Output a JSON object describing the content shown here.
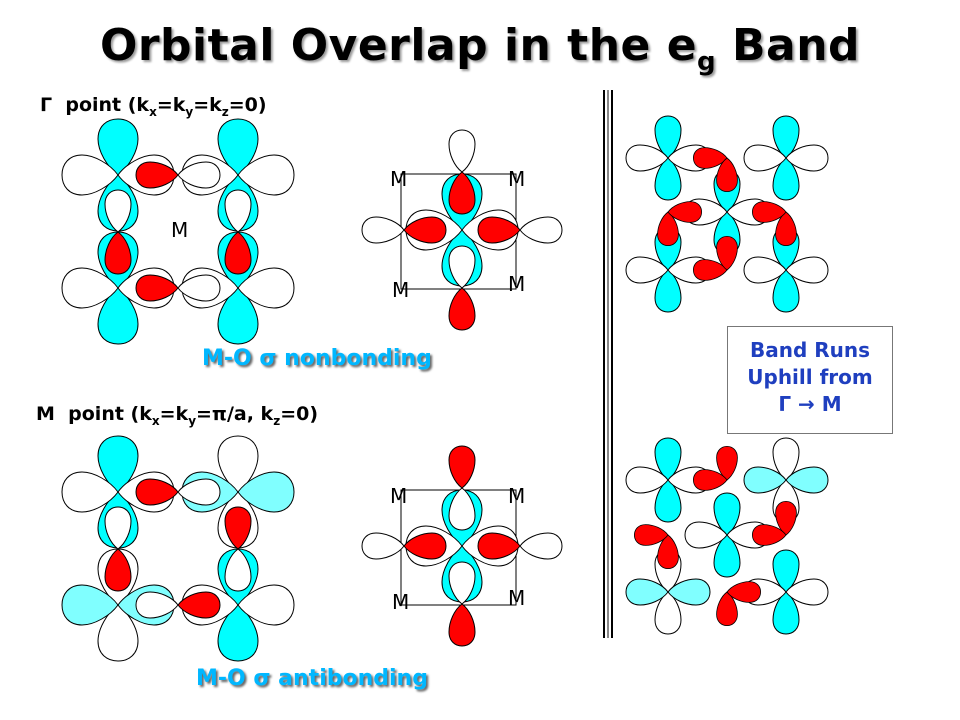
{
  "title": {
    "main": "Orbital Overlap in the e",
    "sub": "g",
    "tail": " Band"
  },
  "gamma_point": {
    "symbol": "Γ",
    "text_a": "point (k",
    "x": "x",
    "eq1": "=k",
    "y": "y",
    "eq2": "=k",
    "z": "z",
    "text_b": "=0)"
  },
  "m_point": {
    "symbol": "M",
    "text_a": "point (k",
    "x": "x",
    "eq1": "=k",
    "y": "y",
    "eq2": "=π/a, k",
    "z": "z",
    "text_b": "=0)"
  },
  "bond_nonbonding": "M-O σ nonbonding",
  "bond_antibonding": "M-O σ antibonding",
  "metal_label": "M",
  "note": {
    "line1": "Band Runs",
    "line2": "Uphill from",
    "line3": "Γ → M"
  },
  "colors": {
    "cyan": "#00ffff",
    "light_cyan": "#80ffff",
    "red": "#ff0000",
    "white": "#ffffff",
    "line": "#000000",
    "note_text": "#1f3fbf",
    "bond_text": "#00b7ff"
  }
}
